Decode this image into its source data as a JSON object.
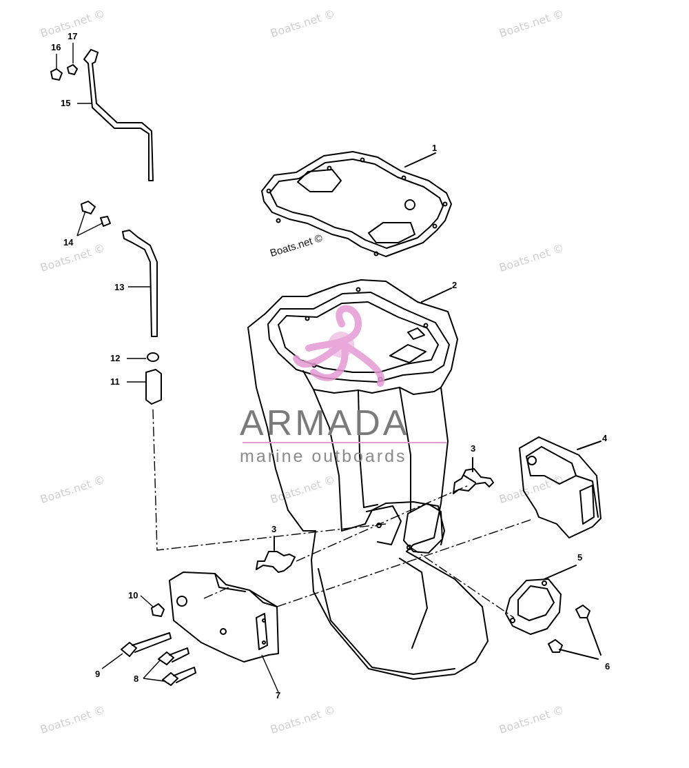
{
  "watermark_text": "Boats.net ©",
  "brand": {
    "name": "ARMADA",
    "tagline": "marine outboards",
    "accent": "#e59ad3",
    "gray": "#7a7a7a"
  },
  "callouts": {
    "n1": "1",
    "n2": "2",
    "n3a": "3",
    "n3b": "3",
    "n4": "4",
    "n5": "5",
    "n6": "6",
    "n7": "7",
    "n8": "8",
    "n9": "9",
    "n10": "10",
    "n11": "11",
    "n12": "12",
    "n13": "13",
    "n14": "14",
    "n15": "15",
    "n16": "16",
    "n17": "17"
  }
}
